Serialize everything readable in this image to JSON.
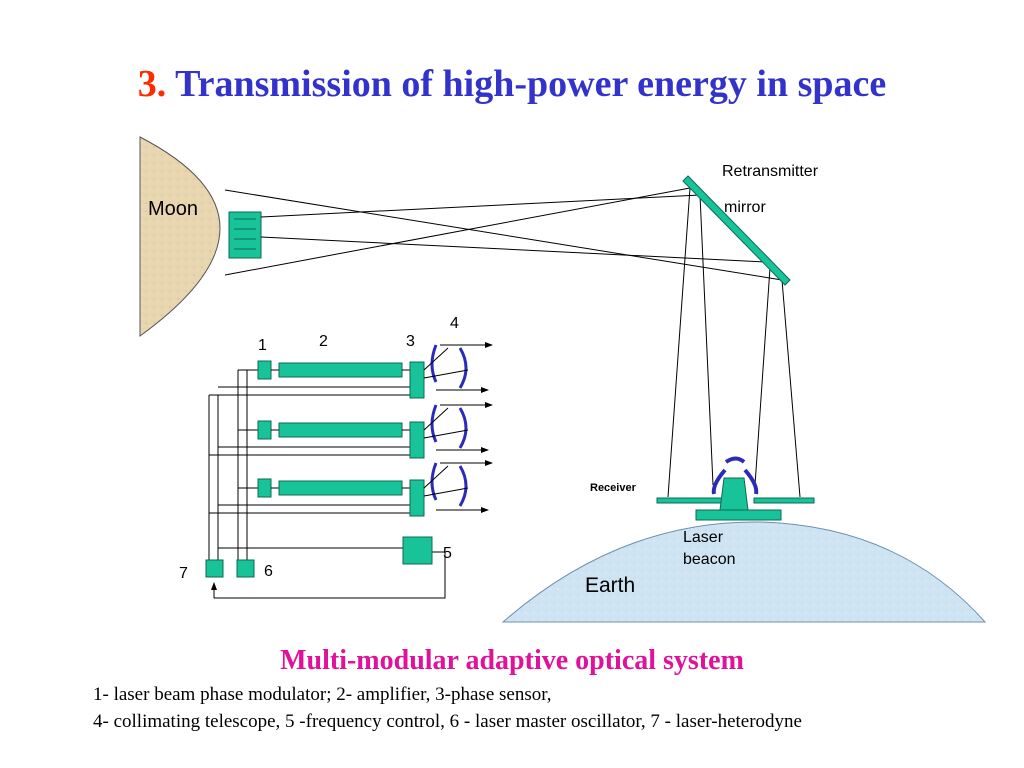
{
  "title": {
    "number": "3.",
    "text": "Transmission of high-power energy in space"
  },
  "labels": {
    "moon": "Moon",
    "retransmitter_line1": "Retransmitter",
    "retransmitter_line2": "mirror",
    "receiver": "Receiver",
    "laser_line1": "Laser",
    "laser_line2": "beacon",
    "earth": "Earth",
    "n1": "1",
    "n2": "2",
    "n3": "3",
    "n4": "4",
    "n5": "5",
    "n6": "6",
    "n7": "7"
  },
  "subtitle": "Multi-modular adaptive optical system",
  "legend": {
    "line1": "1- laser beam phase modulator; 2- amplifier, 3-phase sensor,",
    "line2": "4- collimating telescope, 5 -frequency control, 6 - laser master oscillator, 7 - laser-heterodyne"
  },
  "colors": {
    "title_number": "#ff2a00",
    "title_text": "#3333cc",
    "subtitle": "#e0119a",
    "module": "#19c39a",
    "mirror_arc": "#2b2bb8",
    "moon": "#e8d6b0",
    "earth": "#cfe4f3"
  }
}
